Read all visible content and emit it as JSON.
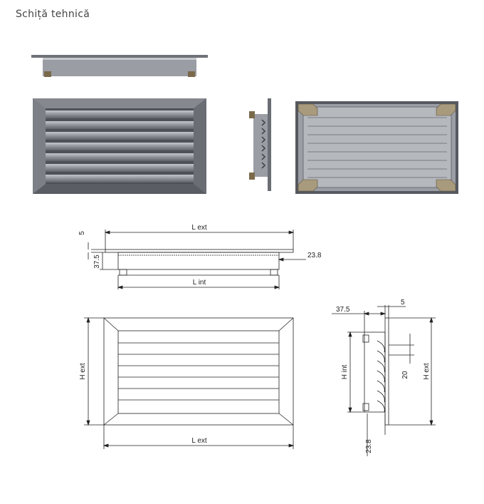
{
  "title": "Schiță tehnică",
  "dimensions": {
    "l_ext_top": "L ext",
    "l_int": "L int",
    "d5_top": "5",
    "d37_5_top": "37.5",
    "d23_8_top": "23.8",
    "h_ext_front": "H ext",
    "l_ext_front": "L ext",
    "d37_5_side": "37.5",
    "d5_side": "5",
    "h_int_side": "H int",
    "d20_side": "20",
    "h_ext_side": "H ext",
    "d23_8_side": "23.8"
  },
  "colors": {
    "steel_dark": "#6d7076",
    "steel_mid": "#8b8e94",
    "steel_light": "#b3b6bb",
    "frame_beige": "#a89a7c",
    "line": "#222222"
  }
}
